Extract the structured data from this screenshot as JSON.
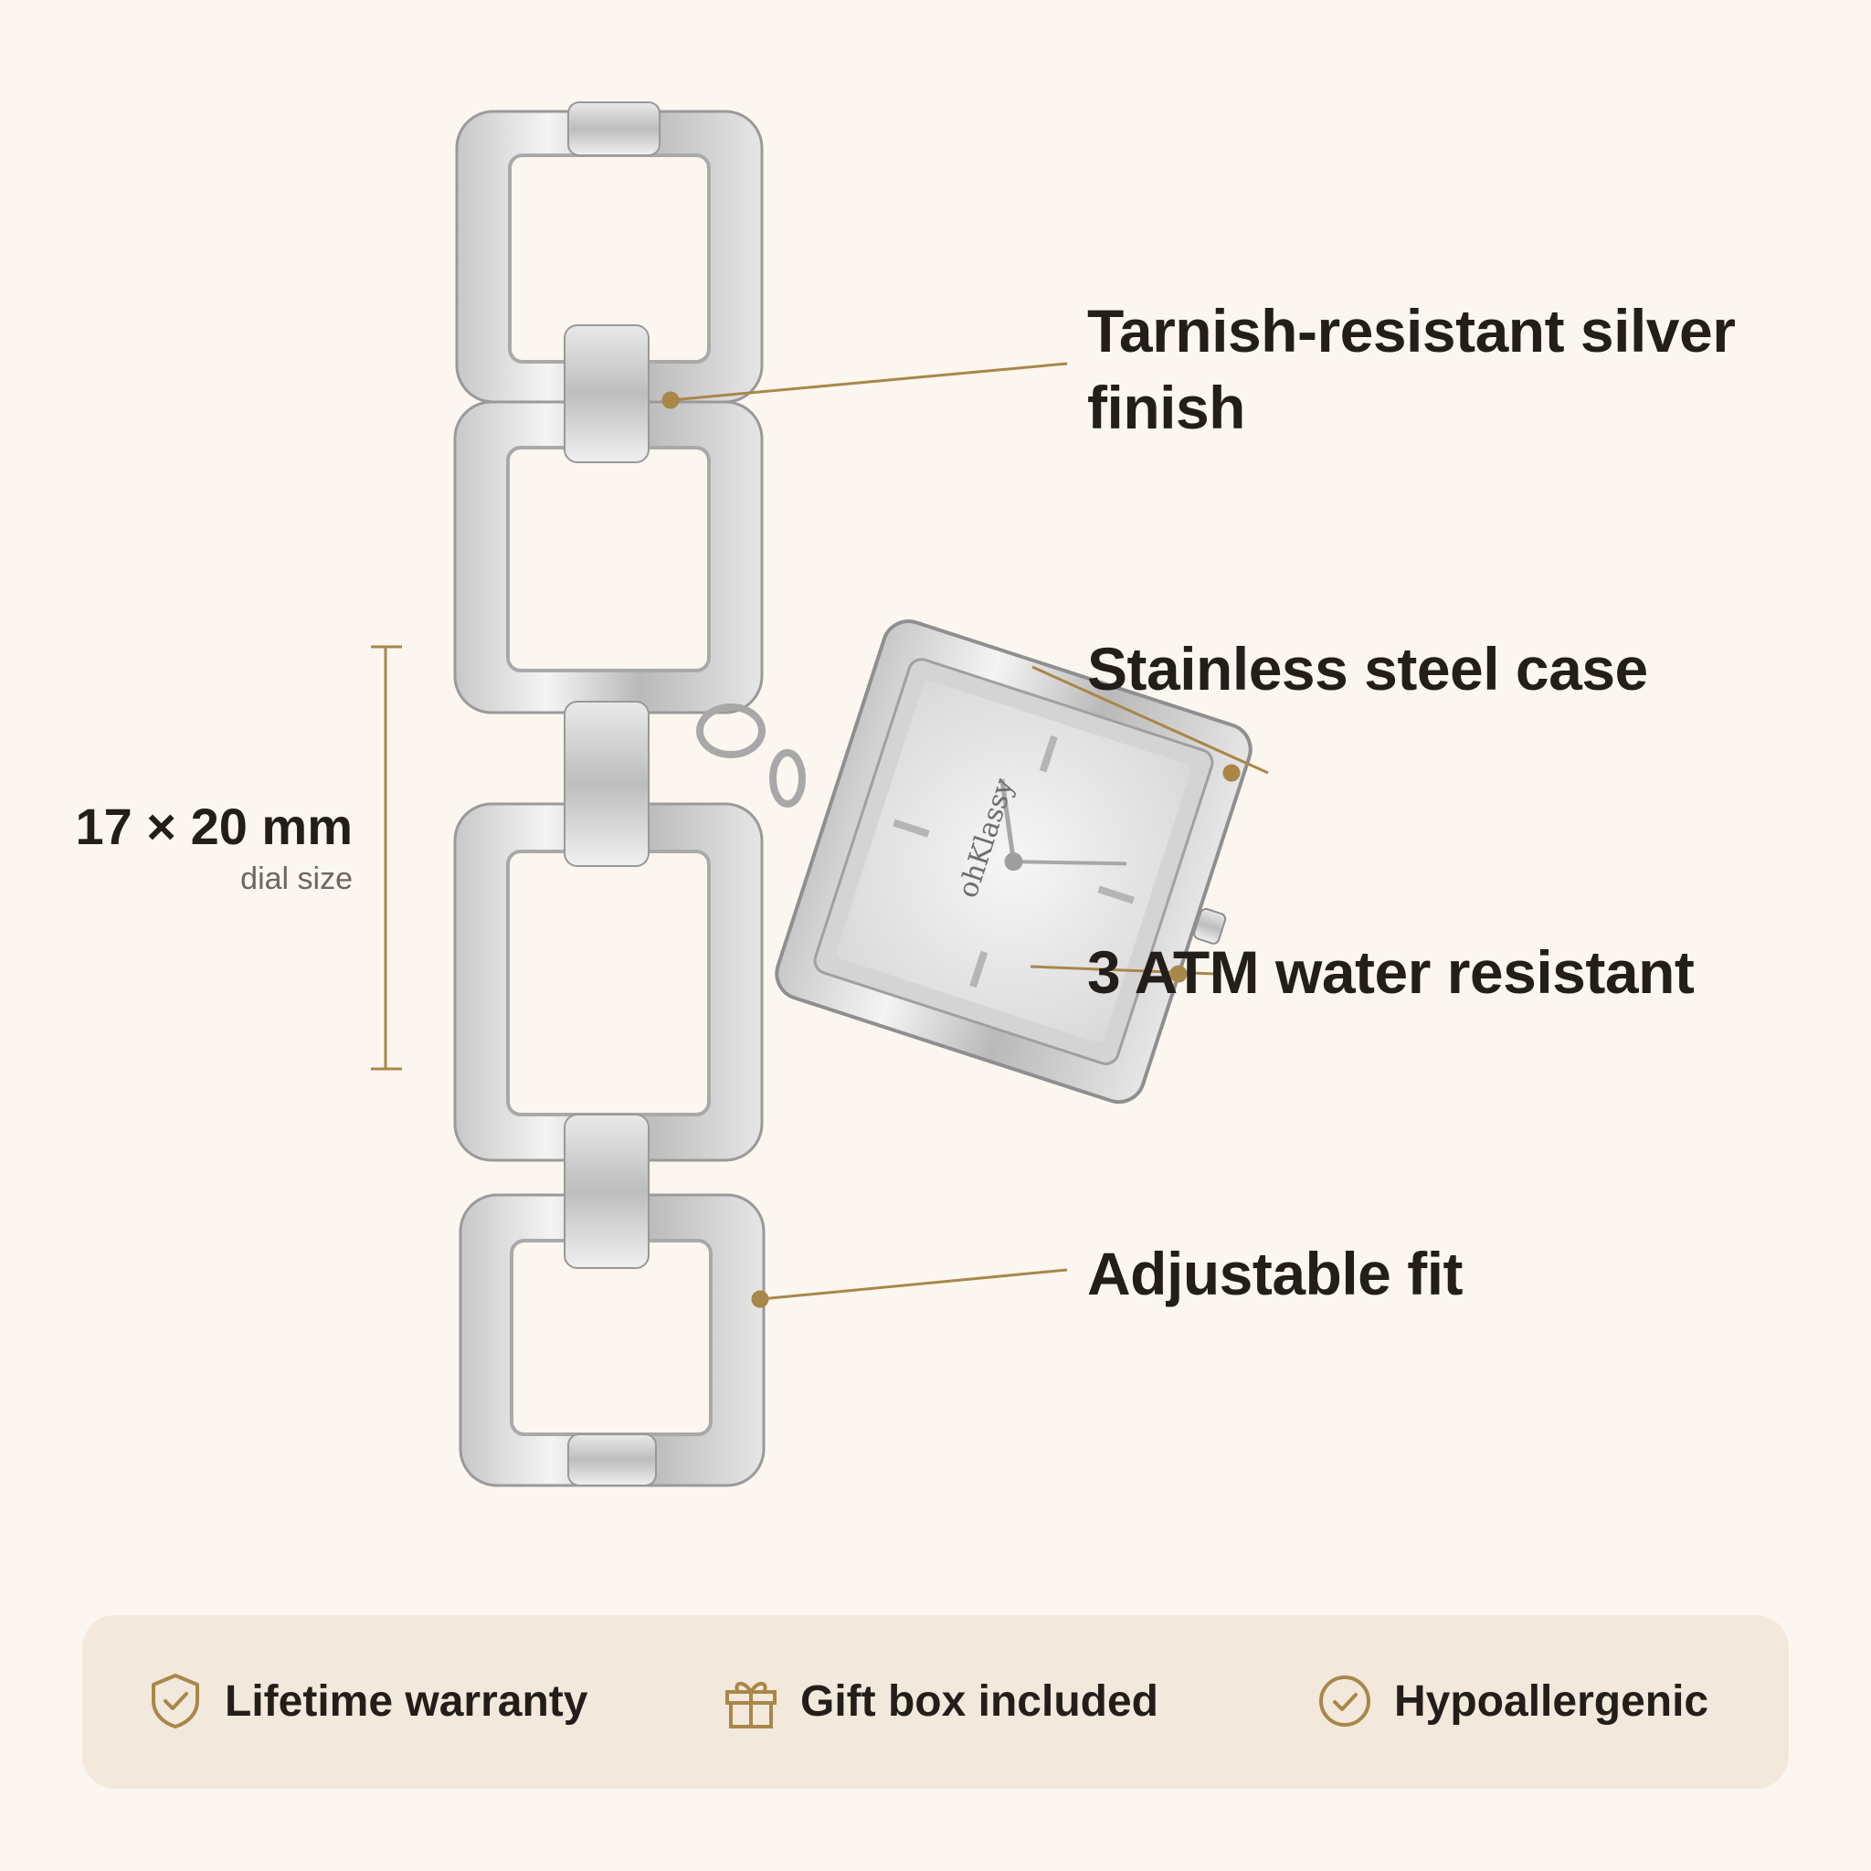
{
  "features": [
    {
      "label": "Tarnish-resistant silver finish"
    },
    {
      "label": "Stainless steel case"
    },
    {
      "label": "3 ATM water resistant"
    },
    {
      "label": "Adjustable fit"
    }
  ],
  "dial": {
    "dimension": "17 × 20 mm",
    "caption": "dial size"
  },
  "watch": {
    "brand": "ohKlassy"
  },
  "benefits": [
    {
      "label": "Lifetime warranty",
      "icon": "shield-check-icon"
    },
    {
      "label": "Gift box included",
      "icon": "gift-icon"
    },
    {
      "label": "Hypoallergenic",
      "icon": "check-circle-icon"
    }
  ],
  "colors": {
    "background": "#fcf6f0",
    "accent": "#a88748",
    "panel": "#f3e8dc",
    "text": "#241e1a"
  }
}
